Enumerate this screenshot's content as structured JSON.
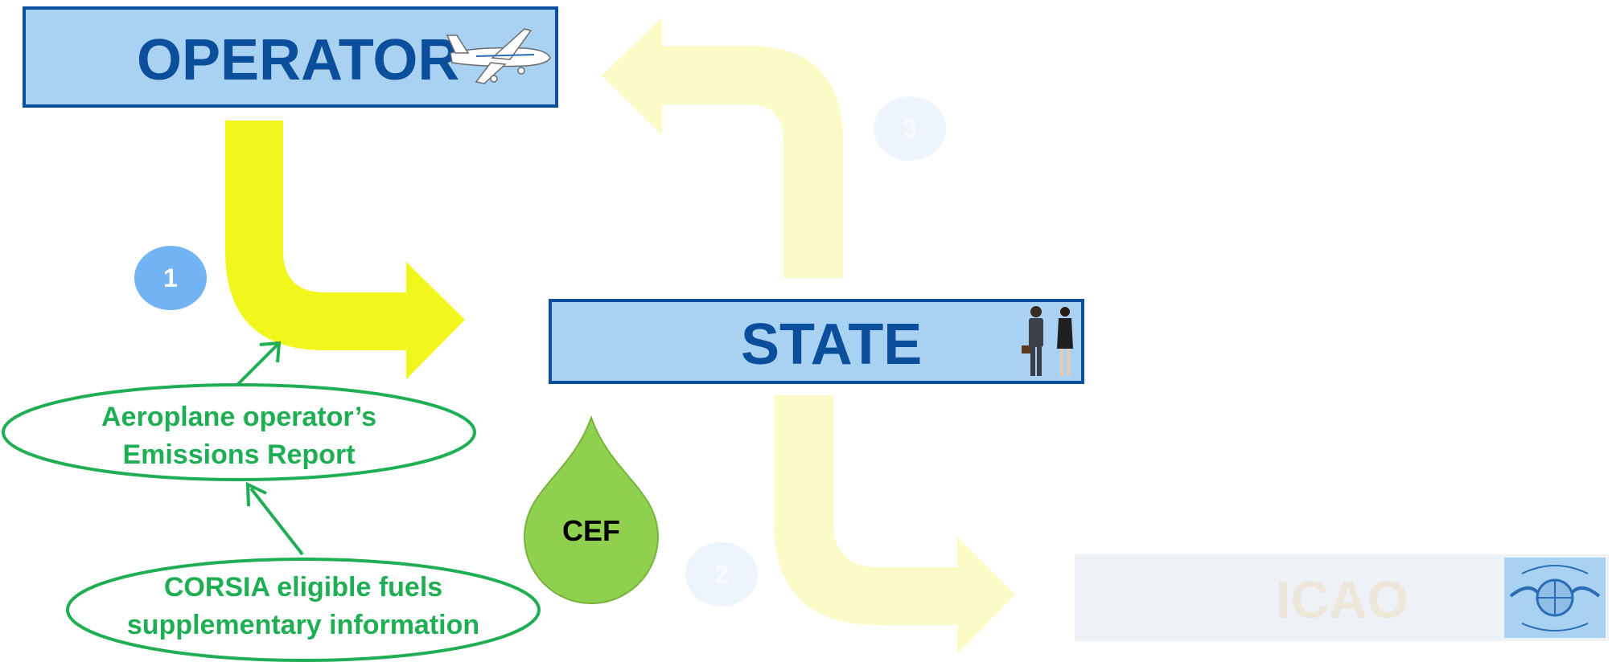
{
  "operator": {
    "title": "OPERATOR"
  },
  "state": {
    "title": "STATE"
  },
  "icao": {
    "title": "ICAO"
  },
  "steps": [
    {
      "number": "1",
      "color": "#72b4f3"
    },
    {
      "number": "2",
      "color": "#eef4fc"
    },
    {
      "number": "3",
      "color": "#eef4fc"
    }
  ],
  "documents": {
    "emissions_report": {
      "line1": "Aeroplane operator’s",
      "line2": "Emissions Report"
    },
    "cef_info": {
      "line1": "CORSIA eligible fuels",
      "line2": "supplementary information"
    }
  },
  "cef": {
    "label": "CEF",
    "color": "#8fd14f"
  },
  "colors": {
    "box_fill": "#a9d1f1",
    "box_border": "#0b4f9c",
    "arrow_active": "#f1f61c",
    "arrow_faded": "#fbfbc8",
    "document_green": "#1fae53"
  },
  "icons": [
    "airplane-icon",
    "business-people-icon",
    "icao-emblem-icon"
  ]
}
